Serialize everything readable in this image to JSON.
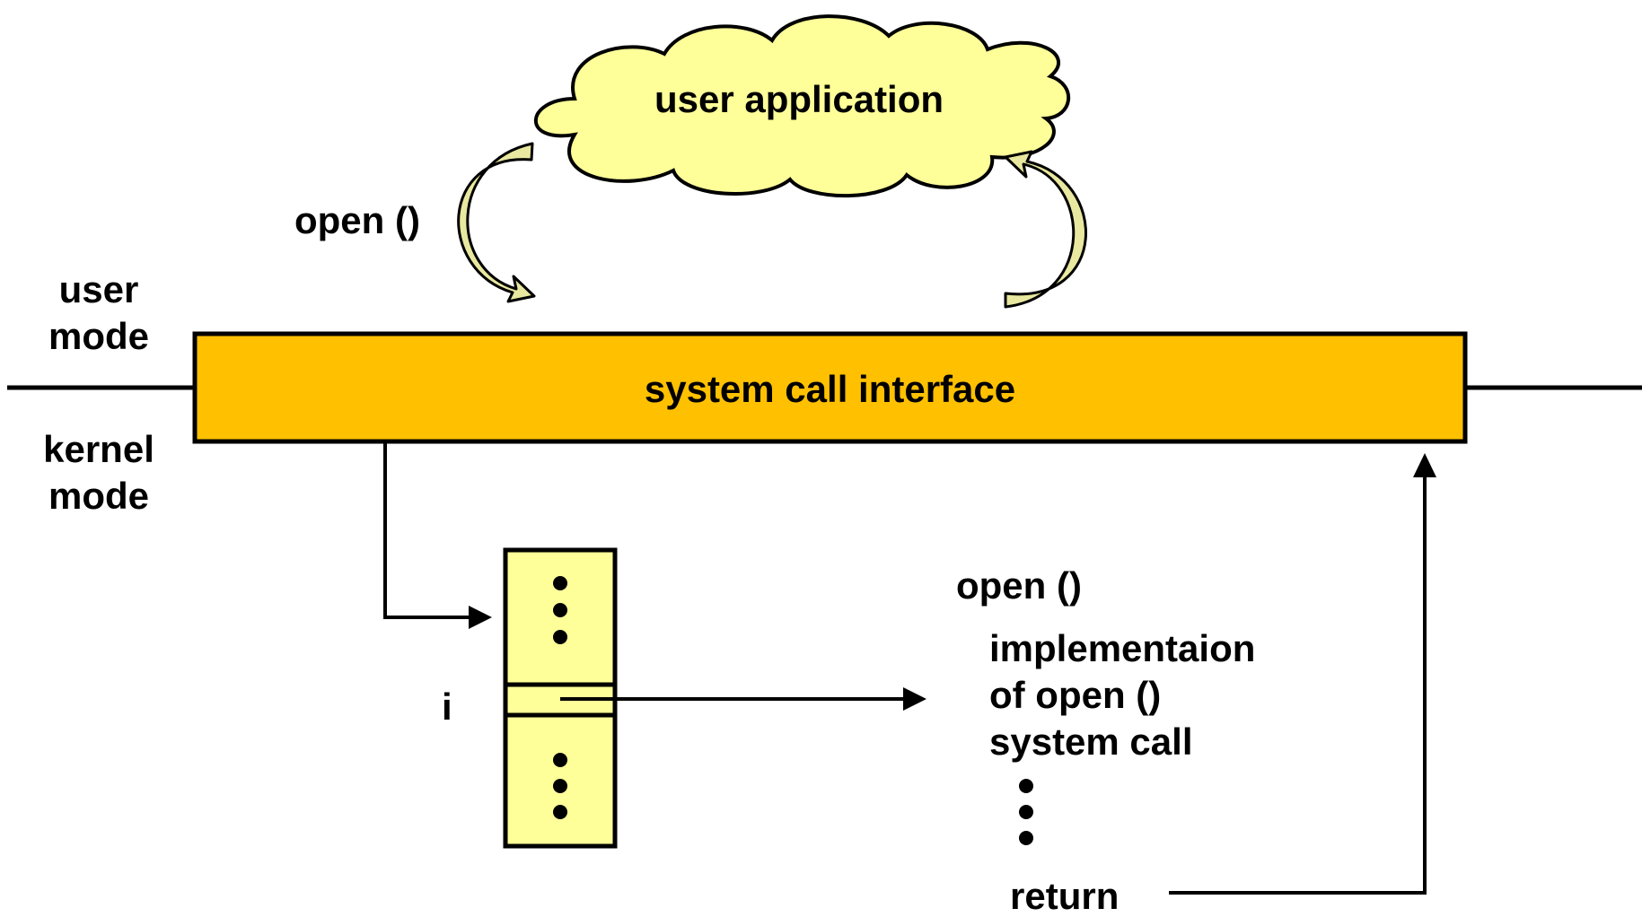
{
  "cloud": {
    "label": "user application"
  },
  "interface": {
    "label": "system call interface"
  },
  "modes": {
    "user": [
      "user",
      "mode"
    ],
    "kernel": [
      "kernel",
      "mode"
    ]
  },
  "call_label": "open ()",
  "table": {
    "index_label": "i"
  },
  "implementation": {
    "heading": "open ()",
    "lines": [
      "implementaion",
      "of open ()",
      "system call"
    ],
    "return_label": "return"
  },
  "colors": {
    "interface_fill": "#FFC000",
    "cloud_fill": "#FFFF99",
    "table_fill": "#FFFF99",
    "curved_arrow_fill": "#E8E8A0",
    "stroke": "#000000"
  }
}
